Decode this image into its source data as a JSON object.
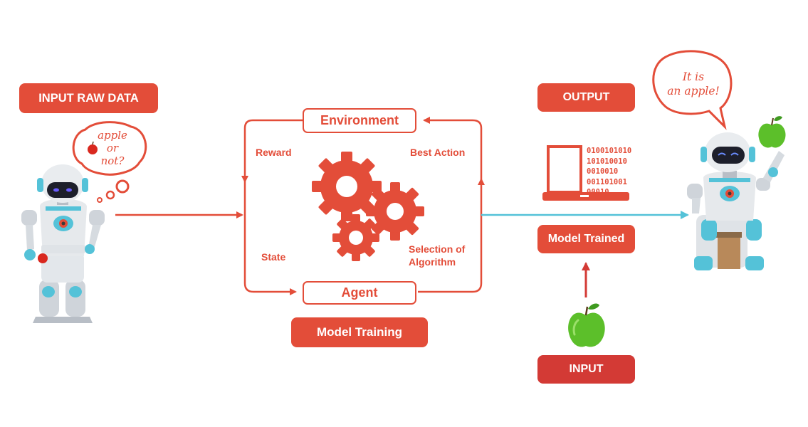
{
  "labels": {
    "input_raw_data": "INPUT RAW DATA",
    "output": "OUTPUT",
    "environment": "Environment",
    "agent": "Agent",
    "model_training": "Model Training",
    "model_trained": "Model Trained",
    "input": "INPUT",
    "reward": "Reward",
    "best_action": "Best Action",
    "state": "State",
    "selection_of_algorithm": "Selection of Algorithm"
  },
  "bubbles": {
    "left": [
      "apple",
      "or",
      "not?"
    ],
    "right": [
      "It is",
      "an apple!"
    ]
  },
  "binary_lines": [
    "0100101010",
    "101010010",
    "0010010",
    "001101001",
    "00010"
  ],
  "colors": {
    "accent": "#e34d39",
    "dark_accent": "#d33a35",
    "arrow_blue": "#54c2d8",
    "apple_green": "#5cbf2a",
    "robot_gray": "#d9dde2"
  },
  "icons": [
    "gear-icon",
    "laptop-icon",
    "apple-icon",
    "robot-icon",
    "speech-bubble-icon"
  ]
}
